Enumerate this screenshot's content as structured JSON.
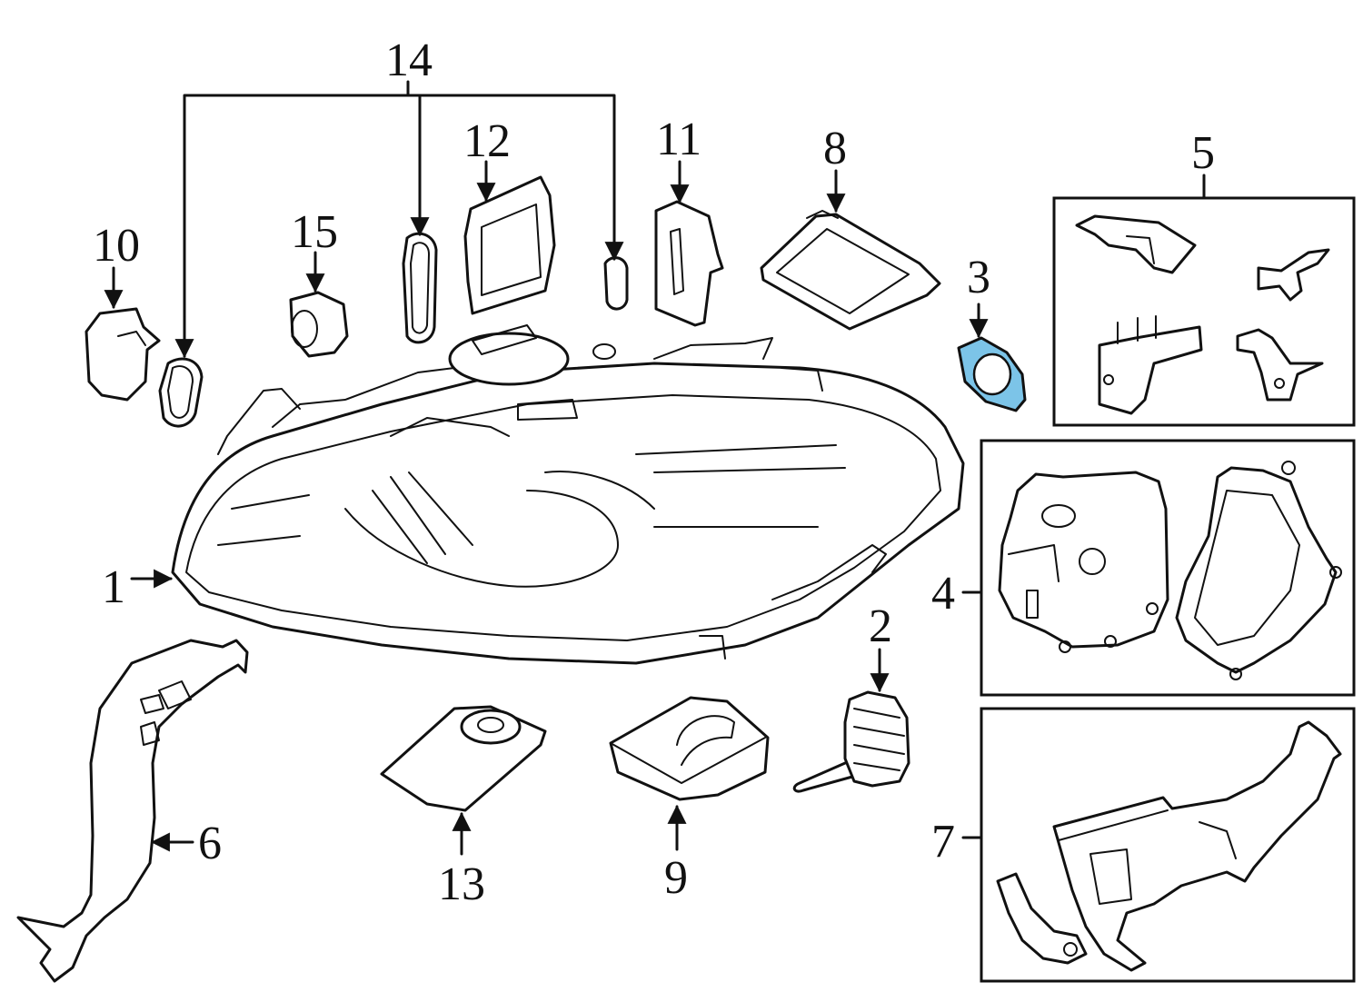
{
  "diagram": {
    "highlight_color": "#7cc4e8",
    "line_color": "#111111",
    "callouts": {
      "c1": "1",
      "c2": "2",
      "c3": "3",
      "c4": "4",
      "c5": "5",
      "c6": "6",
      "c7": "7",
      "c8": "8",
      "c9": "9",
      "c10": "10",
      "c11": "11",
      "c12": "12",
      "c13": "13",
      "c14": "14",
      "c15": "15"
    }
  }
}
